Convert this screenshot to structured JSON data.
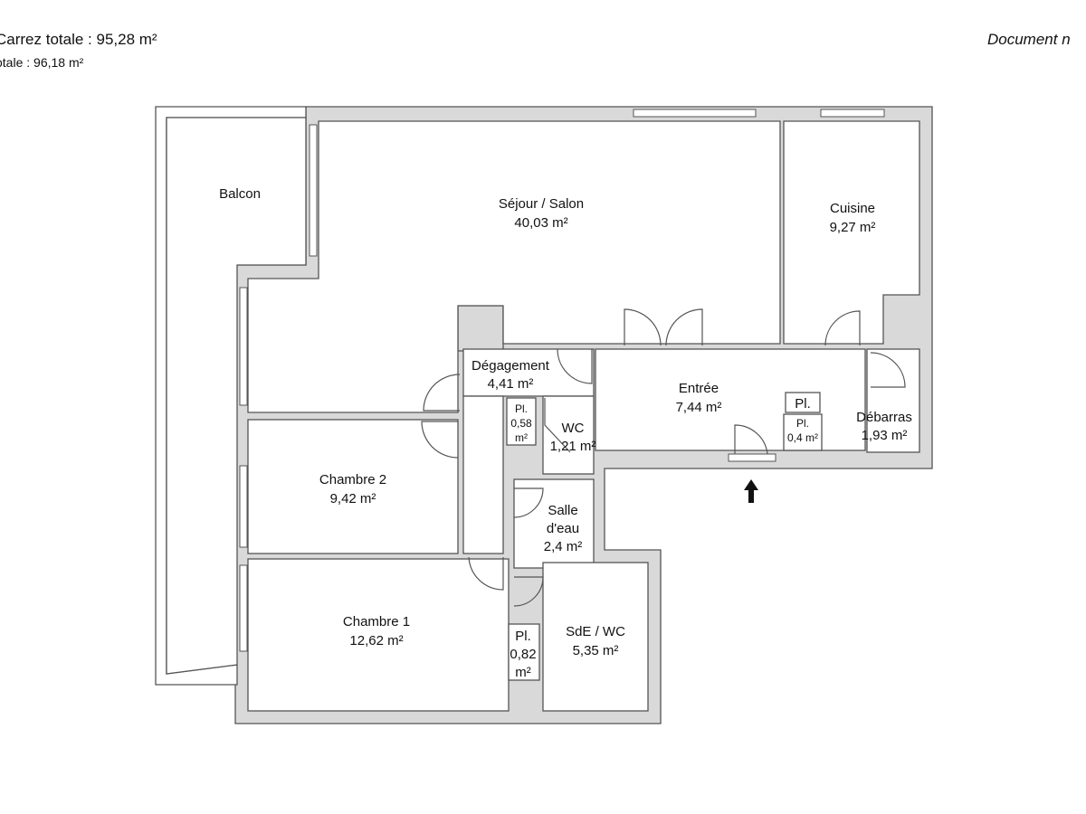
{
  "header": {
    "carrez_total": "Carrez totale : 95,28 m²",
    "surface_total": "otale : 96,18 m²",
    "document_note": "Document n"
  },
  "rooms": {
    "balcon": {
      "name": "Balcon"
    },
    "sejour": {
      "name": "Séjour / Salon",
      "area": "40,03 m²"
    },
    "cuisine": {
      "name": "Cuisine",
      "area": "9,27 m²"
    },
    "degagement": {
      "name": "Dégagement",
      "area": "4,41 m²"
    },
    "entree": {
      "name": "Entrée",
      "area": "7,44 m²"
    },
    "wc": {
      "name": "WC",
      "area": "1,21 m²"
    },
    "debarras": {
      "name": "Débarras",
      "area": "1,93 m²"
    },
    "chambre2": {
      "name": "Chambre 2",
      "area": "9,42 m²"
    },
    "salle_eau": {
      "line1": "Salle",
      "line2": "d'eau",
      "area": "2,4 m²"
    },
    "chambre1": {
      "name": "Chambre 1",
      "area": "12,62 m²"
    },
    "sde_wc": {
      "name": "SdE / WC",
      "area": "5,35 m²"
    }
  },
  "closets": {
    "pl_058": {
      "label": "Pl.",
      "line2": "0,58",
      "line3": "m²"
    },
    "pl_04": {
      "label": "Pl.",
      "area": "0,4 m²"
    },
    "pl_small": {
      "label": "Pl."
    },
    "pl_082": {
      "label": "Pl.",
      "line2": "0,82",
      "line3": "m²"
    }
  },
  "icons": {
    "entrance": "up-arrow-icon"
  }
}
